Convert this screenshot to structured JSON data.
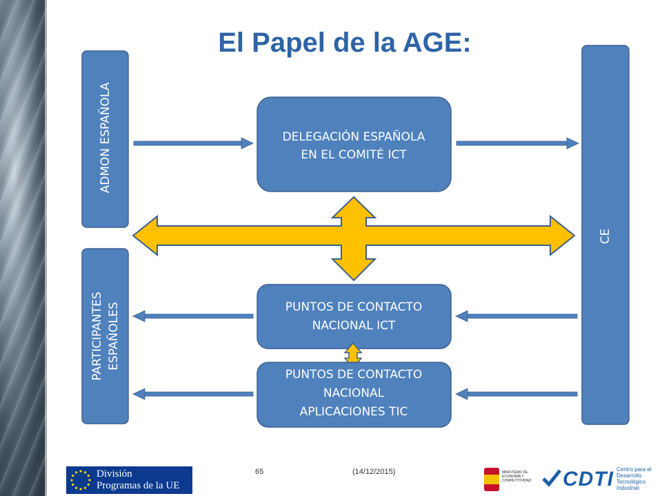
{
  "title": "El Papel de la AGE:",
  "nodes": {
    "admon": "ADMON ESPAÑOLA",
    "participantes_line1": "PARTICIPANTES",
    "participantes_line2": "ESPAÑOLES",
    "ce": "CE",
    "delegacion_line1": "DELEGACIÓN ESPAÑOLA",
    "delegacion_line2": "EN EL COMITÉ ICT",
    "pc_ict_line1": "PUNTOS DE CONTACTO",
    "pc_ict_line2": "NACIONAL ICT",
    "pc_tic_line1": "PUNTOS DE CONTACTO",
    "pc_tic_line2": "NACIONAL",
    "pc_tic_line3": "APLICACIONES TIC"
  },
  "footer": {
    "page_number": "65",
    "date": "(14/12/2015)",
    "eu_logo_line1": "División",
    "eu_logo_line2": "Programas de la UE",
    "ministry_logo_text": "MINISTERIO DE ECONOMÍA Y COMPETITIVIDAD",
    "cdti_logo_mark": "CDTI",
    "cdti_logo_text_line1": "Centro para el",
    "cdti_logo_text_line2": "Desarrollo",
    "cdti_logo_text_line3": "Tecnológico",
    "cdti_logo_text_line4": "Industrial"
  },
  "colors": {
    "title": "#2e63a6",
    "box_fill": "#4f81bd",
    "box_stroke": "#3a5f8f",
    "arrow_blue": "#4f81bd",
    "arrow_yellow": "#ffc000",
    "arrow_yellow_stroke": "#3a5f8f"
  }
}
